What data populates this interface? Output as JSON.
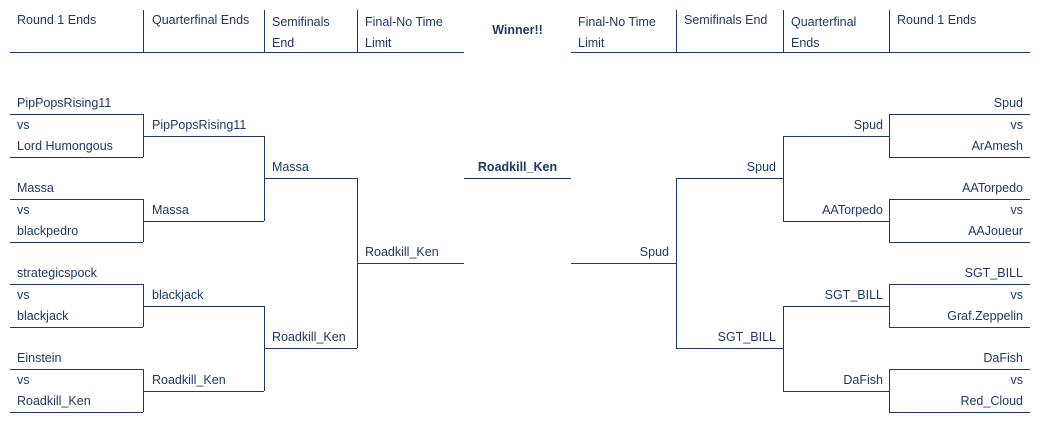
{
  "headers": {
    "left": [
      "Round 1 Ends",
      "Quarterfinal Ends",
      "Semifinals End",
      "Final-No Time Limit"
    ],
    "winner": "Winner!!",
    "right": [
      "Final-No Time Limit",
      "Semifinals End",
      "Quarterfinal Ends",
      "Round 1 Ends"
    ]
  },
  "left": {
    "round1": [
      {
        "top": "PipPopsRising11",
        "vs": "vs",
        "bottom": "Lord Humongous"
      },
      {
        "top": "Massa",
        "vs": "vs",
        "bottom": "blackpedro"
      },
      {
        "top": "strategicspock",
        "vs": "vs",
        "bottom": "blackjack"
      },
      {
        "top": "Einstein",
        "vs": "vs",
        "bottom": "Roadkill_Ken"
      }
    ],
    "quarterfinal": [
      "PipPopsRising11",
      "Massa",
      "blackjack",
      "Roadkill_Ken"
    ],
    "semifinal": [
      "Massa",
      "Roadkill_Ken"
    ],
    "final": "Roadkill_Ken"
  },
  "winner": "Roadkill_Ken",
  "right": {
    "round1": [
      {
        "top": "Spud",
        "vs": "vs",
        "bottom": "ArAmesh"
      },
      {
        "top": "AATorpedo",
        "vs": "vs",
        "bottom": "AAJoueur"
      },
      {
        "top": "SGT_BILL",
        "vs": "vs",
        "bottom": "Graf.Zeppelin"
      },
      {
        "top": "DaFish",
        "vs": "vs",
        "bottom": "Red_Cloud"
      }
    ],
    "quarterfinal": [
      "Spud",
      "AATorpedo",
      "SGT_BILL",
      "DaFish"
    ],
    "semifinal": [
      "Spud",
      "SGT_BILL"
    ],
    "final": "Spud"
  }
}
